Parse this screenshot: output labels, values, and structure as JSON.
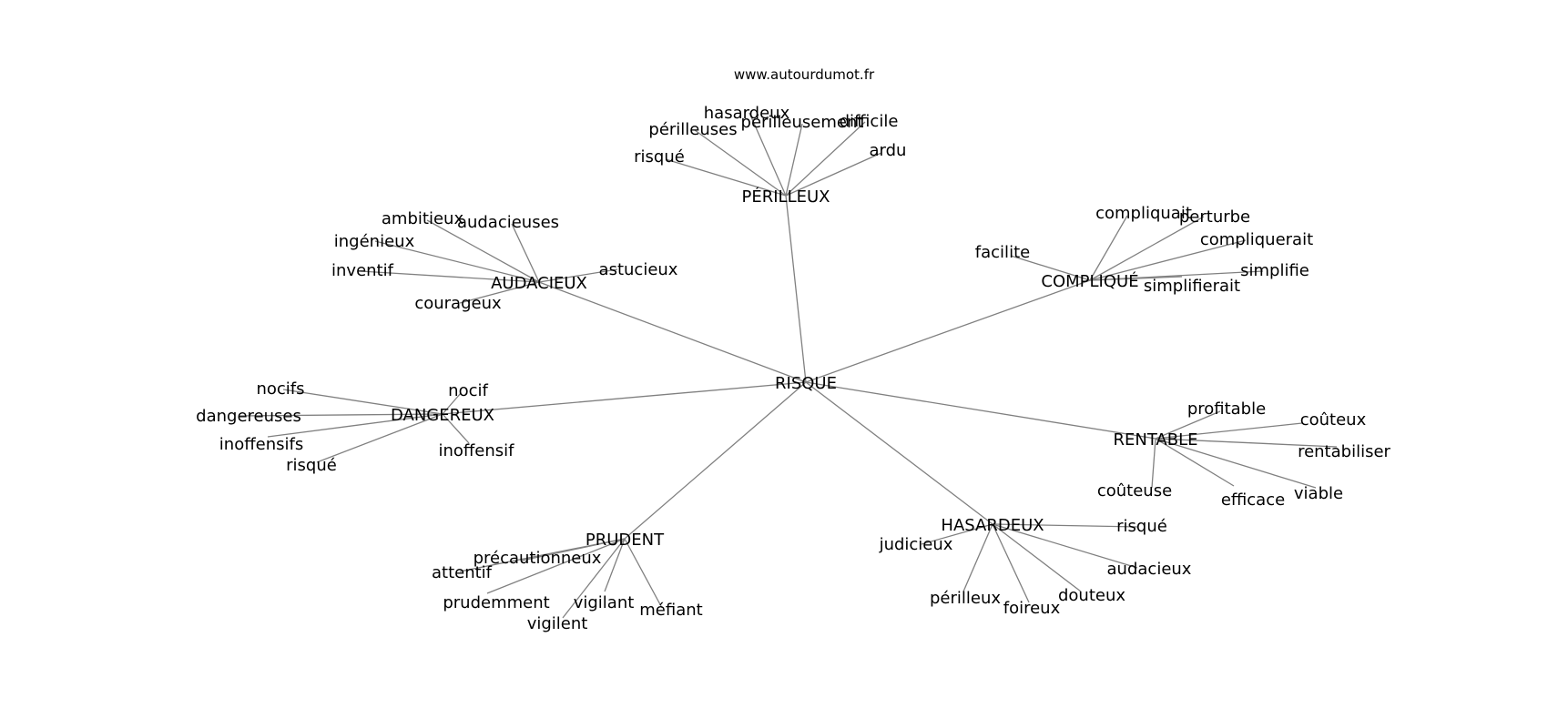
{
  "source": "www.autourdumot.fr",
  "center": "RISQUE",
  "hubs": [
    {
      "id": "perilleux",
      "label": "PÉRILLEUX",
      "leaves": [
        "hasardeux",
        "périlleusement",
        "difficile",
        "périlleuses",
        "ardu",
        "risqué"
      ]
    },
    {
      "id": "audacieux",
      "label": "AUDACIEUX",
      "leaves": [
        "ambitieux",
        "audacieuses",
        "ingénieux",
        "inventif",
        "astucieux",
        "courageux"
      ]
    },
    {
      "id": "complique",
      "label": "COMPLIQUÉ",
      "leaves": [
        "compliquait",
        "perturbe",
        "compliquerait",
        "facilite",
        "simplifie",
        "simplifierait"
      ]
    },
    {
      "id": "dangereux",
      "label": "DANGEREUX",
      "leaves": [
        "nocifs",
        "nocif",
        "dangereuses",
        "inoffensifs",
        "risqué",
        "inoffensif"
      ]
    },
    {
      "id": "rentable",
      "label": "RENTABLE",
      "leaves": [
        "profitable",
        "coûteux",
        "rentabiliser",
        "coûteuse",
        "efficace",
        "viable"
      ]
    },
    {
      "id": "prudent",
      "label": "PRUDENT",
      "leaves": [
        "précautionneux",
        "attentif",
        "prudemment",
        "vigilant",
        "vigilent",
        "méfiant"
      ]
    },
    {
      "id": "hasardeux",
      "label": "HASARDEUX",
      "leaves": [
        "judicieux",
        "risqué",
        "audacieux",
        "douteux",
        "périlleux",
        "foireux"
      ]
    }
  ],
  "colors": {
    "edge": "#808080",
    "text": "#000000",
    "background": "#ffffff"
  }
}
